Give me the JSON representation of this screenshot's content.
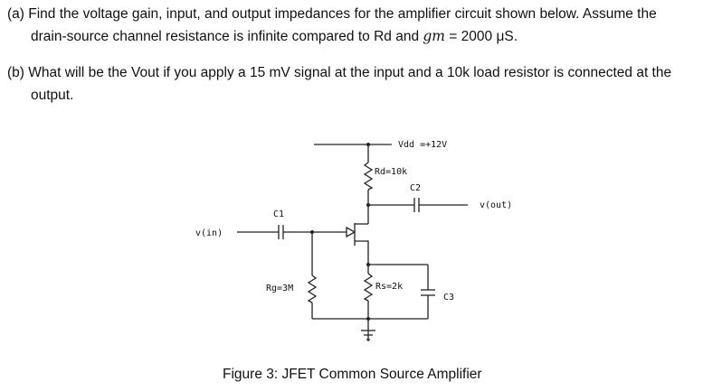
{
  "question_a": {
    "label": "(a)",
    "line1": "Find the voltage gain, input, and output impedances for the amplifier circuit shown below.  Assume the",
    "line2_pre": "drain-source channel resistance is infinite compared to Rd and ",
    "gm_symbol": "gm",
    "line2_post": " = 2000 μS."
  },
  "question_b": {
    "label": "(b)",
    "line1": "What will be the Vout if you apply a 15 mV signal at the input and a 10k load resistor is connected at the",
    "line2": "output."
  },
  "circuit": {
    "vdd": "Vdd =+12V",
    "rd": "Rd=10k",
    "c2": "C2",
    "vout": "v(out)",
    "c1": "C1",
    "vin": "v(in)",
    "rg": "Rg=3M",
    "rs": "Rs=2k",
    "c3": "C3"
  },
  "caption": "Figure 3: JFET Common Source Amplifier"
}
